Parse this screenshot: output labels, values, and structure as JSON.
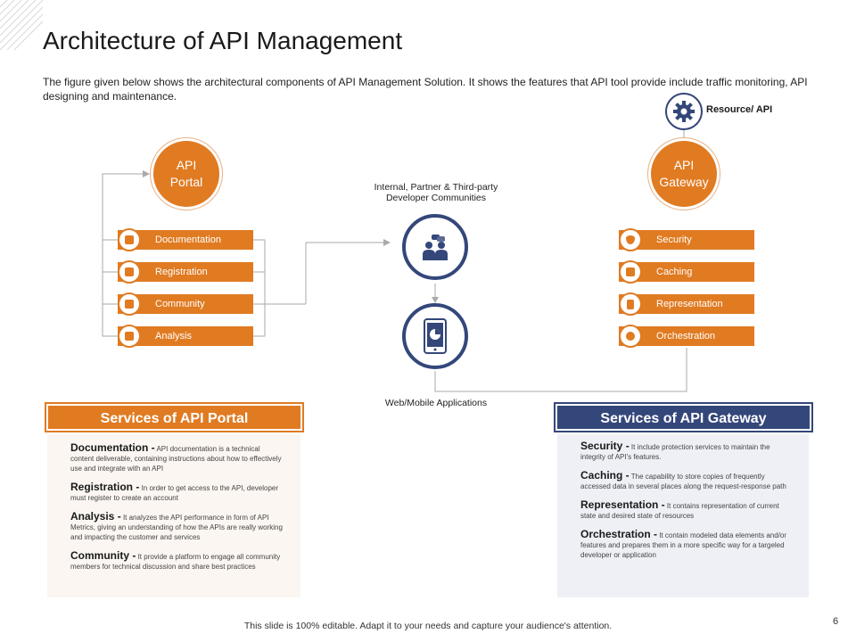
{
  "title": "Architecture of API Management",
  "description": "The figure given below shows the architectural components of API Management Solution. It shows the features that API tool provide include traffic monitoring, API designing and maintenance.",
  "portal": {
    "label_line1": "API",
    "label_line2": "Portal",
    "items": [
      "Documentation",
      "Registration",
      "Community",
      "Analysis"
    ]
  },
  "gateway": {
    "label_line1": "API",
    "label_line2": "Gateway",
    "items": [
      "Security",
      "Caching",
      "Representation",
      "Orchestration"
    ]
  },
  "resource_label": "Resource/ API",
  "communities_label_line1": "Internal, Partner & Third-party",
  "communities_label_line2": "Developer Communities",
  "apps_label": "Web/Mobile Applications",
  "portal_services": {
    "heading": "Services of API Portal",
    "entries": [
      {
        "title": "Documentation -",
        "text": "API documentation is a technical content deliverable, containing instructions about how to effectively use and integrate with an API"
      },
      {
        "title": "Registration -",
        "text": "In order to get access to the API, developer must register to create an account"
      },
      {
        "title": "Analysis -",
        "text": "It analyzes the API performance in form of API Metrics, giving an understanding of how the APIs are really working and impacting the customer and services"
      },
      {
        "title": "Community -",
        "text": "It provide a platform to engage all community members for technical discussion and share best practices"
      }
    ]
  },
  "gateway_services": {
    "heading": "Services of  API Gateway",
    "entries": [
      {
        "title": "Security -",
        "text": "It include protection services to maintain the integrity of API's features."
      },
      {
        "title": "Caching -",
        "text": "The capability to store copies of frequently accessed data in several places along the request-response path"
      },
      {
        "title": "Representation -",
        "text": "It contains representation of current state and desired state of resources"
      },
      {
        "title": "Orchestration -",
        "text": "It contain modeled data elements and/or features and prepares them in a more specific way for a targeled developer or application"
      }
    ]
  },
  "footer": "This slide is 100% editable. Adapt it to your needs and capture your audience's attention.",
  "page_number": "6",
  "colors": {
    "orange": "#e07b22",
    "navy": "#34477a",
    "line": "#aaaaaa"
  }
}
